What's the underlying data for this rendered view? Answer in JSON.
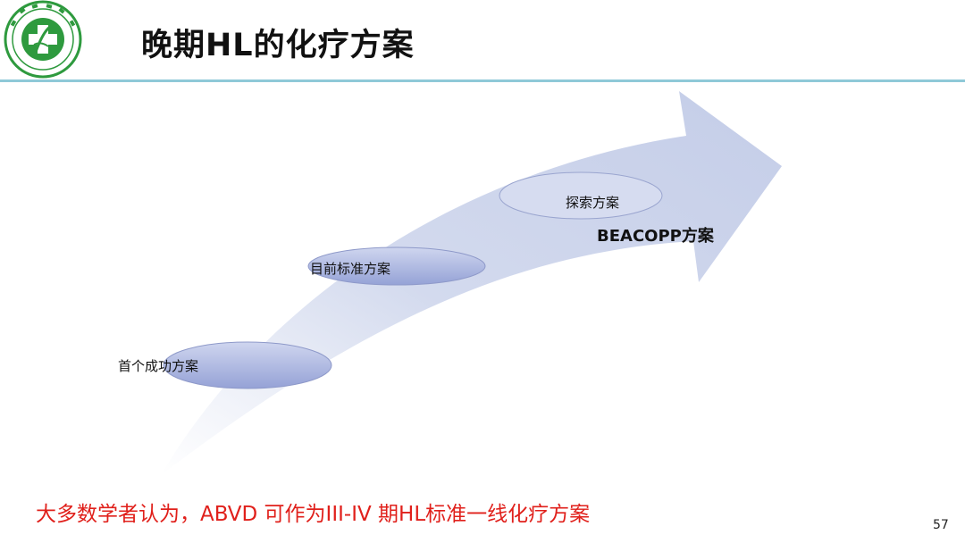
{
  "slide": {
    "title": "晚期HL的化疗方案",
    "stages": [
      {
        "label": "首个成功方案"
      },
      {
        "label": "目前标准方案"
      },
      {
        "label": "探索方案"
      }
    ],
    "regimen_label": "BEACOPP方案",
    "conclusion": "大多数学者认为，ABVD 可作为III-IV 期HL标准一线化疗方案",
    "page_number": "57"
  },
  "colors": {
    "arrow_fill": "#d3daee",
    "ellipse_fill": "#a9b4de",
    "conclusion_text": "#e0201b",
    "title_rule": "#8fc9d8",
    "logo_green": "#2e9a3e"
  },
  "icons": {
    "logo": "hospital-cross-logo-icon"
  }
}
